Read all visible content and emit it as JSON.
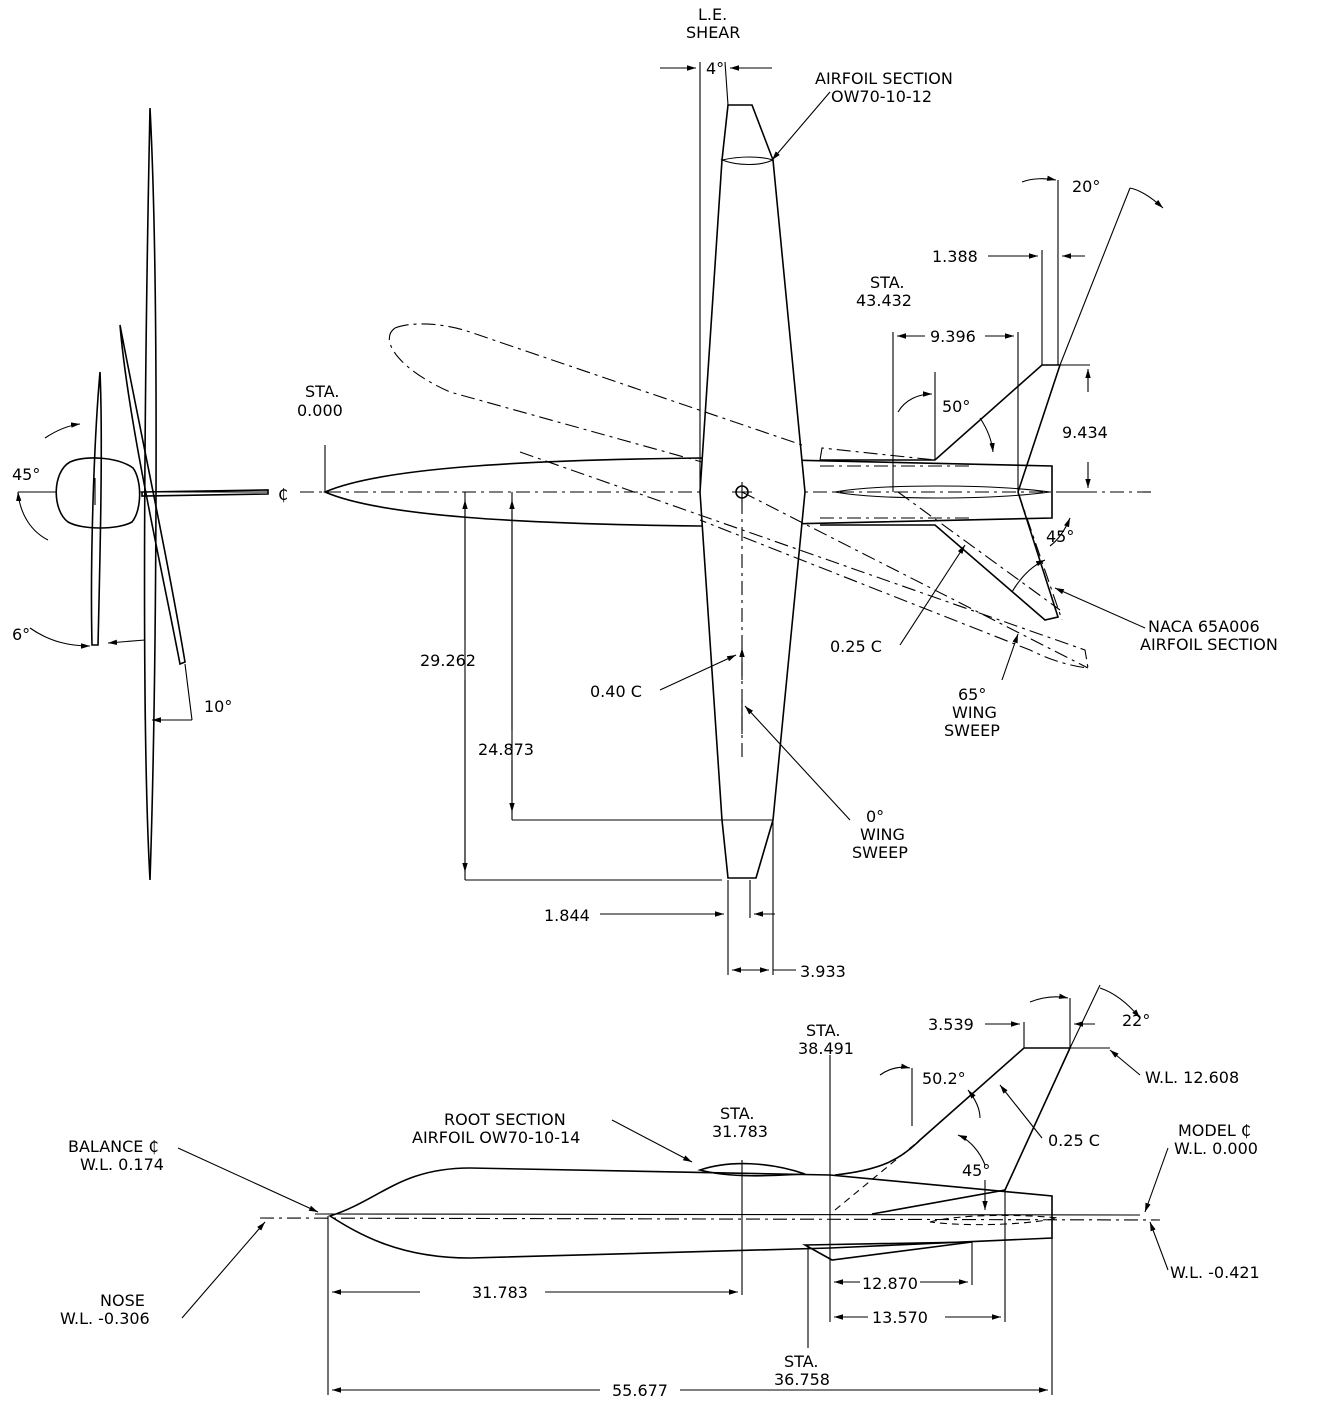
{
  "front_view": {
    "angle_45": "45°",
    "angle_6": "6°",
    "angle_10": "10°"
  },
  "plan_view": {
    "le_shear_line1": "L.E.",
    "le_shear_line2": "SHEAR",
    "le_shear_angle": "4°",
    "tip_airfoil_line1": "AIRFOIL SECTION",
    "tip_airfoil_line2": "OW70-10-12",
    "htail_tip_angle": "20°",
    "dim_1388": "1.388",
    "sta_4343_line1": "STA.",
    "sta_4343_line2": "43.432",
    "dim_9396": "9.396",
    "dim_9434": "9.434",
    "sta_0_line1": "STA.",
    "sta_0_line2": "0.000",
    "centerline_symbol": "₵",
    "htail_sweep": "50°",
    "htail_angle_45": "45°",
    "naca_line1": "NACA 65A006",
    "naca_line2": "AIRFOIL SECTION",
    "quarter_chord": "0.25 C",
    "sweep65_line1": "65°",
    "sweep65_line2": "WING",
    "sweep65_line3": "SWEEP",
    "dim_29262": "29.262",
    "dim_24873": "24.873",
    "forty_chord": "0.40 C",
    "sweep0_line1": "0°",
    "sweep0_line2": "WING",
    "sweep0_line3": "SWEEP",
    "dim_1844": "1.844",
    "dim_3933": "3.933"
  },
  "side_view": {
    "vtail_angle": "22°",
    "dim_3539": "3.539",
    "sta_38491_line1": "STA.",
    "sta_38491_line2": "38.491",
    "wl_12608": "W.L. 12.608",
    "vtail_sweep": "50.2°",
    "root_line1": "ROOT SECTION",
    "root_line2": "AIRFOIL OW70-10-14",
    "sta_31783_line1": "STA.",
    "sta_31783_line2": "31.783",
    "balance_line1": "BALANCE ₵",
    "balance_line2": "W.L. 0.174",
    "quarter_chord": "0.25 C",
    "vtail_angle_45": "45°",
    "model_line1": "MODEL ₵",
    "model_line2": "W.L. 0.000",
    "nose_line1": "NOSE",
    "nose_line2": "W.L. -0.306",
    "wl_minus0421": "W.L. -0.421",
    "dim_12870": "12.870",
    "dim_31783": "31.783",
    "dim_13570": "13.570",
    "dim_55677": "55.677",
    "sta_36758_line1": "STA.",
    "sta_36758_line2": "36.758"
  }
}
